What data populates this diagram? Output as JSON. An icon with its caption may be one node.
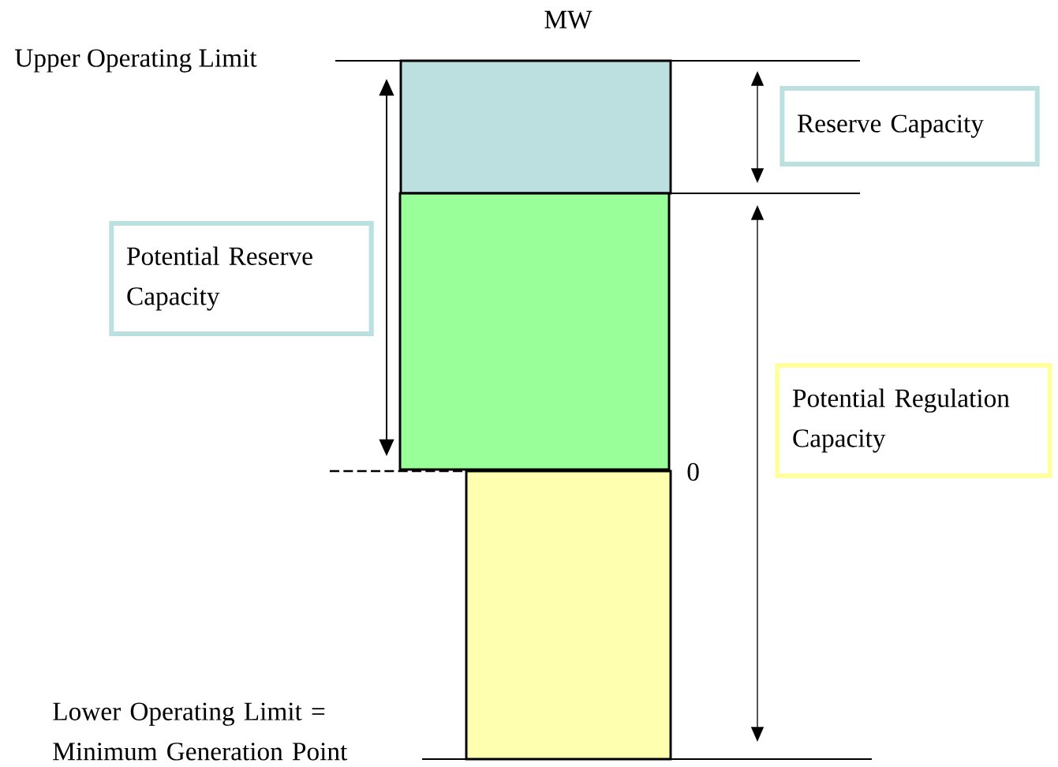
{
  "diagram": {
    "nodes": [
      {
        "text": [],
        "shape": "bar"
      },
      {
        "text": [],
        "shape": "bar"
      },
      {
        "text": [],
        "shape": "bar"
      },
      {
        "text": [
          "Reserve Capacity"
        ]
      },
      {
        "text": [
          "Potential Reserve Capacity"
        ]
      },
      {
        "text": [
          "Potential Regulation Capacity"
        ]
      }
    ],
    "edges": [],
    "labels": [
      "MW",
      "Upper Operating Limit",
      "0",
      "Lower Operating Limit = Minimum Generation Point"
    ]
  }
}
